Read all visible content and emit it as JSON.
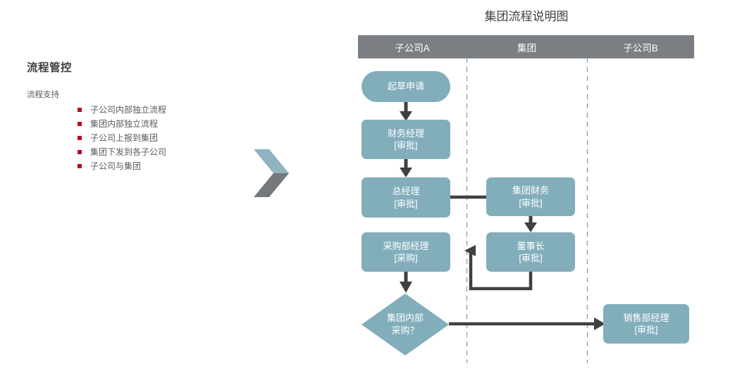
{
  "left_panel": {
    "heading": "流程管控",
    "subtitle": "流程支持",
    "bullets": [
      {
        "label": "子公司内部独立流程"
      },
      {
        "label": "集团内部独立流程"
      },
      {
        "label": "子公司上报到集团"
      },
      {
        "label": "集团下发到各子公司"
      },
      {
        "label": "子公司与集团"
      }
    ],
    "bullet_color": "#c00020"
  },
  "chevron": {
    "icon": "chevron-right-icon",
    "top_color": "#8fb4c0",
    "bottom_color": "#75797e"
  },
  "diagram": {
    "title": "集团流程说明图",
    "header_bg": "#7b7f83",
    "node_fill": "#82aebc",
    "connector_color": "#404040",
    "divider_color": "#7ba7c4",
    "lanes": [
      {
        "label": "子公司A"
      },
      {
        "label": "集团"
      },
      {
        "label": "子公司B"
      }
    ],
    "nodes": [
      {
        "id": "draft",
        "shape": "pill",
        "lane": "子公司A",
        "line1": "起草申请",
        "line2": ""
      },
      {
        "id": "finance-manager",
        "shape": "box",
        "lane": "子公司A",
        "line1": "财务经理",
        "line2": "[审批]"
      },
      {
        "id": "general-manager",
        "shape": "box",
        "lane": "子公司A",
        "line1": "总经理",
        "line2": "[审批]"
      },
      {
        "id": "purchase-manager",
        "shape": "box",
        "lane": "子公司A",
        "line1": "采购部经理",
        "line2": "[采购]"
      },
      {
        "id": "group-finance",
        "shape": "box",
        "lane": "集团",
        "line1": "集团财务",
        "line2": "[审批]"
      },
      {
        "id": "chairman",
        "shape": "box",
        "lane": "集团",
        "line1": "董事长",
        "line2": "[审批]"
      },
      {
        "id": "decision",
        "shape": "diamond",
        "lane": "子公司A",
        "line1": "集团内部",
        "line2": "采购？"
      },
      {
        "id": "sales-manager",
        "shape": "box",
        "lane": "子公司B",
        "line1": "销售部经理",
        "line2": "[审批]"
      }
    ]
  }
}
